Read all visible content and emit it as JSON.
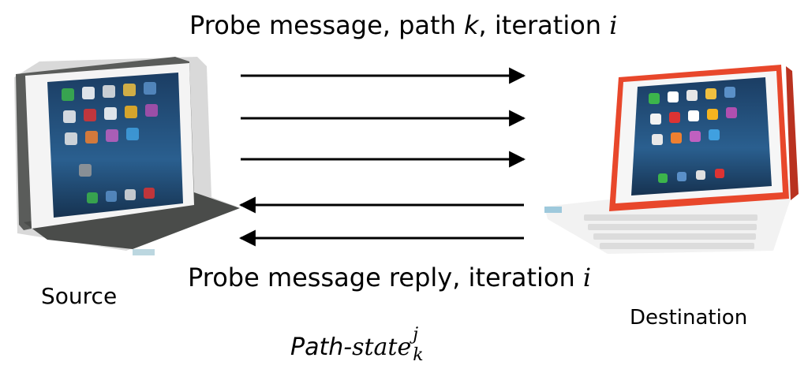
{
  "captions": {
    "top_prefix": "Probe message, path ",
    "top_k": "k",
    "top_middle": ", iteration ",
    "top_i": "i",
    "bottom_prefix": "Probe message reply, iteration ",
    "bottom_i": "i"
  },
  "nodes": {
    "source": "Source",
    "destination": "Destination"
  },
  "path_state": {
    "prefix": "Path-",
    "main": "state",
    "superscript": "j",
    "subscript": "k"
  },
  "arrows": {
    "forward_count": 3,
    "reply_count": 2
  },
  "colors": {
    "source_case": "#5a5c5a",
    "destination_case": "#e8472b",
    "keyboard": "#efefef",
    "arrow": "#000000"
  }
}
